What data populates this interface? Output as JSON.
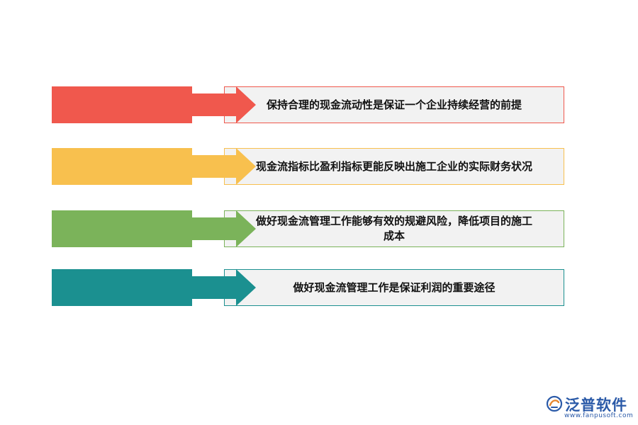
{
  "items": [
    {
      "text": "保持合理的现金流动性是保证一个企业持续经营的前提",
      "color": "#f0584d"
    },
    {
      "text": "现金流指标比盈利指标更能反映出施工企业的实际财务状况",
      "color": "#f8c04e"
    },
    {
      "text": "做好现金流管理工作能够有效的规避风险，降低项目的施工成本",
      "color": "#7bb35a"
    },
    {
      "text": "做好现金流管理工作是保证利润的重要途径",
      "color": "#1b9090"
    }
  ],
  "logo": {
    "name": "泛普软件",
    "url": "www.fanpusoft.com",
    "icon": "fanpu-logo-icon",
    "color": "#2b5aa8"
  }
}
